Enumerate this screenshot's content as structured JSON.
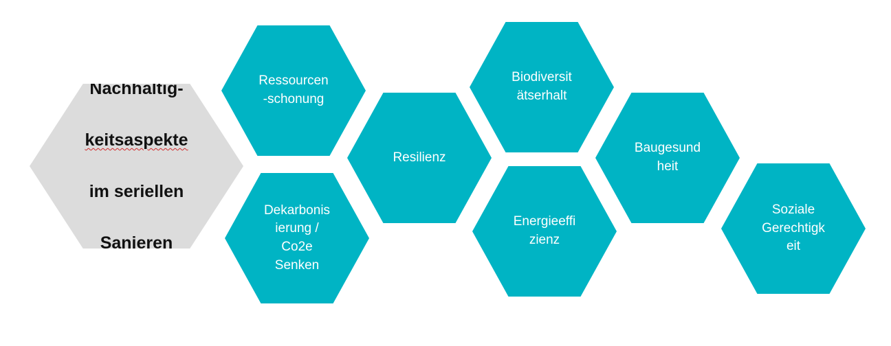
{
  "main_hexagon": {
    "line1": "Nachhaltig-",
    "line2": "keitsaspekte",
    "line3": "im seriellen",
    "line4": "Sanieren",
    "color": "#dcdcdc"
  },
  "topic_color": "#00b4c4",
  "topics": [
    {
      "label": "Ressourcen\n-schonung"
    },
    {
      "label": "Dekarbonis\nierung /\nCo2e\nSenken"
    },
    {
      "label": "Resilienz"
    },
    {
      "label": "Biodiversit\nätserhalt"
    },
    {
      "label": "Energieeffi\nzienz"
    },
    {
      "label": "Baugesund\nheit"
    },
    {
      "label": "Soziale\nGerechtigk\neit"
    }
  ]
}
